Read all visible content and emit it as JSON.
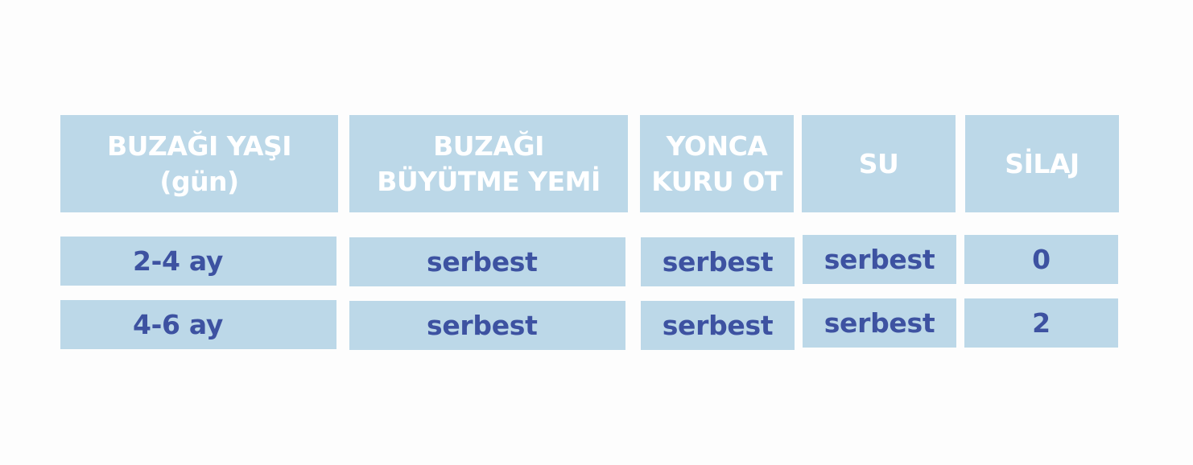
{
  "chart_data": {
    "type": "table",
    "columns": [
      [
        "BUZAĞI YAŞI",
        "(gün)"
      ],
      [
        "BUZAĞI",
        "BÜYÜTME YEMİ"
      ],
      [
        "YONCA",
        "KURU OT"
      ],
      [
        "SU"
      ],
      [
        "SİLAJ"
      ]
    ],
    "rows": [
      [
        "2-4 ay",
        "serbest",
        "serbest",
        "serbest",
        "0"
      ],
      [
        "4-6 ay",
        "serbest",
        "serbest",
        "serbest",
        "2"
      ]
    ]
  },
  "colors": {
    "cell_background": "#bcd8e8",
    "header_text": "#ffffff",
    "body_text": "#3d52a1",
    "page_background": "#fdfdfd"
  }
}
